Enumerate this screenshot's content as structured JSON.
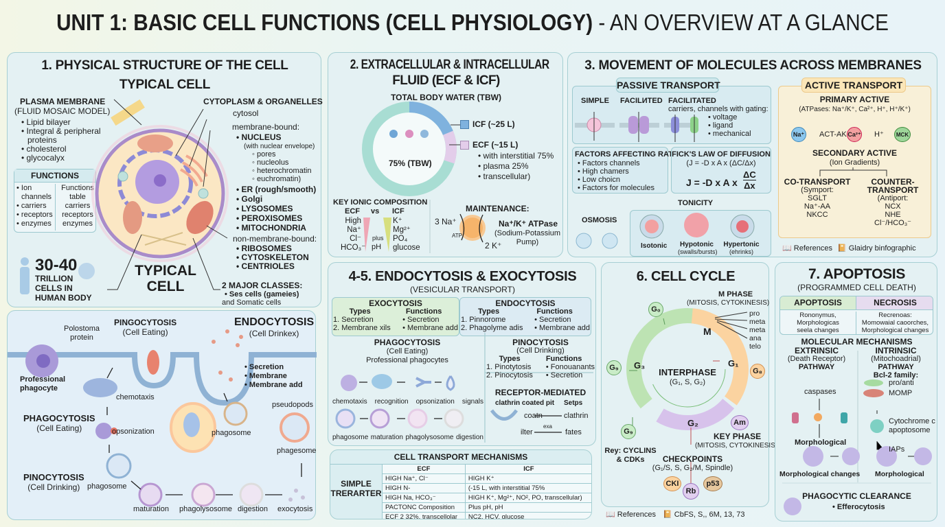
{
  "title": {
    "bold": "UNIT 1: BASIC CELL FUNCTIONS (CELL PHYSIOLOGY)",
    "light": " - AN OVERVIEW AT A GLANCE"
  },
  "s1": {
    "title": "1. PHYSICAL STRUCTURE OF THE CELL",
    "subtitle": "TYPICAL CELL",
    "pm_title": "PLASMA MEMBRANE",
    "pm_sub": "(FLUID MOSAIC MODEL)",
    "pm_items": [
      "• Lipid bilayer",
      "• Integral & peripheral",
      "proteins",
      "• cholesterol",
      "• glycocalyx"
    ],
    "functions": {
      "title": "FUNCTIONS",
      "col1": [
        "• Ion",
        "channels",
        "• carriers",
        "• receptors",
        "• enzymes"
      ],
      "col2": [
        "Functions",
        "table",
        "carriers",
        "receptors",
        "enzymes"
      ]
    },
    "cyto": {
      "title": "CYTOPLASM & ORGANELLES",
      "cytosol": "cytosol",
      "mb": "membrane-bound:",
      "nucleus": "• NUCLEUS",
      "nucleus_sub": "(with nuclear envelope)",
      "nuc_items": [
        "◦ pores",
        "◦ nucleolus",
        "◦ heterochromatin",
        "◦ euchromatin)"
      ],
      "organelles": [
        "• ER (rough/smooth)",
        "• Golgi",
        "• LYSOSOMES",
        "• PEROXISOMES",
        "• MITOCHONDRIA"
      ],
      "nmb": "non-membrane-bound:",
      "nmb_items": [
        "• RIBOSOMES",
        "• CYTOSKELETON",
        "• CENTRIOLES"
      ]
    },
    "classes": {
      "title": "2 MAJOR CLASSES:",
      "l1": "• Ses cells (gameies)",
      "l2": "and Somatic cells"
    },
    "count": {
      "num": "30-40",
      "l1": "TRILLION",
      "l2": "CELLS IN",
      "l3": "HUMAN BODY"
    },
    "cell_label": [
      "TYPICAL",
      "CELL"
    ]
  },
  "s1b": {
    "protein": [
      "Polostoma",
      "protein"
    ],
    "pingo": "PINGOCYTOSIS",
    "pingo_sub": "(Cell Eating)",
    "endo": "ENDOCYTOSIS",
    "endo_sub": "(Cell Drinkex)",
    "bullets": [
      "• Secretion",
      "• Membrane",
      "• Membrane add"
    ],
    "phagocyte": [
      "Professional",
      "phagocyte"
    ],
    "chemotaxis": "chemotaxis",
    "pseudopods": "pseudopods",
    "phago": "PHAGOCYTOSIS",
    "phago_sub": "(Cell Eating)",
    "opsonization": "opsonization",
    "phagosome1": "phagosome",
    "phagesome": "phagesome",
    "pino": "PINOCYTOSIS",
    "pino_sub": "(Cell Drinking)",
    "phagosome2": "phagosome",
    "steps": [
      "maturation",
      "phagolysosome",
      "digestion",
      "exocytosis"
    ]
  },
  "s2": {
    "title": [
      "2. EXTRACELLULAR & INTRACELLULAR",
      "FLUID (ECF & ICF)"
    ],
    "tbw": "TOTAL BODY WATER (TBW)",
    "center": "75% (TBW)",
    "icf": "ICF (~25 L)",
    "ecf": "ECF (~15 L)",
    "ecf_items": [
      "• with interstitial 75%",
      "• plasma 25%",
      "• transcellular)"
    ],
    "donut": {
      "icf": 25,
      "ecf": 15,
      "colors": {
        "icf": "#7fb2de",
        "ecf": "#e3cdea",
        "ring": "#a8ddd3"
      }
    },
    "ionic": {
      "title": "KEY IONIC COMPOSITION",
      "ecf": "ECF",
      "vs": "vs",
      "icf": "ICF",
      "ecf_items": [
        "High",
        "Na⁺",
        "Cl⁻",
        "HCO₃⁻"
      ],
      "plus": "plus",
      "ph": "pH",
      "icf_items": [
        "K⁺",
        "Mg²⁺",
        "PO₄",
        "glucose"
      ]
    },
    "maint": {
      "title": "MAINTENANCE:",
      "na": "3 Na⁺",
      "k": "2 K⁺",
      "atp": "ATP",
      "pump": "Na⁺/K⁺ ATPase",
      "pump_sub": [
        "(Sodium-Potassium",
        "Pump)"
      ]
    }
  },
  "s3": {
    "title": "3. MOVEMENT OF MOLECULES ACROSS MEMBRANES",
    "passive": {
      "label": "PASSIVE TRANSPORT",
      "simple": "SIMPLE",
      "fac1": "FACILИTED",
      "fac2": "FACILITATED",
      "fac2_sub": "carriers, channels with gating:",
      "gating": [
        "• voltage",
        "• ligand",
        "• mechanical"
      ]
    },
    "factors": {
      "title": "FACTORS AFFECTING RATE",
      "items": [
        "• Factors channels",
        "• High chamers",
        "• Low choicn",
        "• Factors for molecules"
      ]
    },
    "fick": {
      "title": "FICK'S LAW OF DIFFUSION",
      "small": "(J = -D x A x (ΔC/Δx)",
      "lhs": "J = -D x A x",
      "num": "ΔC",
      "den": "Δx"
    },
    "tonicity": {
      "title": "TONICITY",
      "osmosis": "OSMOSIS",
      "iso": "Isotonic",
      "hypo": "Hypotonic",
      "hypo_sub": "(swalls/bursts)",
      "hyper": "Hypertonic",
      "hyper_sub": "(ehrinks)"
    },
    "active": {
      "label": "ACTIVE TRANSPORT",
      "primary": "PRIMARY ACTIVE",
      "primary_sub": "(ATPases: Na⁺/K⁺, Ca²⁺, H⁺, H⁺/K⁺)",
      "ions": [
        "Na⁺",
        "ACT-AK",
        "Ca²⁺",
        "H⁺",
        "MCK"
      ],
      "secondary": "SECONDARY ACTIVE",
      "secondary_sub": "(Ion Gradients)",
      "co": "CO-TRANSPORT",
      "co_items": [
        "(Symport:",
        "SGLT",
        "Na⁺-AA",
        "NKCC"
      ],
      "counter": [
        "COUNTER-",
        "TRANSPORT"
      ],
      "counter_items": [
        "(Antiport:",
        "NCX",
        "NHE",
        "Cl⁻/HCO₃⁻"
      ]
    },
    "refs": "References",
    "refs2": "Glaidry binfographic"
  },
  "s4": {
    "title": "4-5. ENDOCYTOSIS & EXOCYTOSIS",
    "subtitle": "(VESICULAR TRANSPORT)",
    "exo": {
      "title": "EXOCYTOSIS",
      "types": "Types",
      "functions": "Functions",
      "t": [
        "1. Secretion",
        "2. Membrane xils"
      ],
      "f": [
        "• Secretion",
        "• Membrane add"
      ]
    },
    "endo": {
      "title": "ENDOCYTOSIS",
      "types": "Types",
      "functions": "Functions",
      "t": [
        "1. Pinnorome",
        "2. Phagolyme adis"
      ],
      "f": [
        "• Secretion",
        "• Membrane add"
      ]
    },
    "phago": {
      "title": "PHAGOCYTOSIS",
      "sub": "(Cell Eating)",
      "sub2": "Professional phagocytes",
      "row1": [
        "chemotaxis",
        "recognition",
        "opsonization",
        "signals"
      ],
      "row2": [
        "phagosome",
        "maturation",
        "phagolysosome",
        "digestion"
      ]
    },
    "pino": {
      "title": "PINOCYTOSIS",
      "sub": "(Cell Drinking)",
      "types": "Types",
      "functions": "Functions",
      "t": [
        "1. Pinotytosis",
        "2. Pinocytosis"
      ],
      "f": [
        "• Fonouanants",
        "• Secretion"
      ]
    },
    "rm": {
      "title": "RECEPTOR-MEDIATED",
      "sub": "clathrin coated pit",
      "steps": "Setps",
      "coatn": "coatn",
      "clathrin": "clathrin",
      "ilter": "ilter",
      "exa": "exa",
      "fates": "fates"
    }
  },
  "table": {
    "title": "CELL TRANSPORT MECHANISMS",
    "row_label": [
      "SIMPLE",
      "TRERARTER"
    ],
    "headers": [
      "ECF",
      "ICF"
    ],
    "rows": [
      [
        "HIGH Na⁺, Cl⁻",
        "HIGH K⁺"
      ],
      [
        "HIGH N-",
        "(-15 L, with interstitial 75%"
      ],
      [
        "HIGH Na, HCO₃⁻",
        "HIGH K⁺, Mg²⁺, NO², PO, transcellular)"
      ],
      [
        "PACTONC Composition",
        "Plus pH, pH"
      ],
      [
        "ECF 2 32%, transcellolar",
        "NC2, HCV, glucose"
      ]
    ]
  },
  "s6": {
    "title": "6. CELL CYCLE",
    "mphase": "M PHASE",
    "mphase_sub": "(MITOSIS, CYTOKINESIS)",
    "stages": [
      "pro",
      "meta",
      "meta",
      "ana",
      "telo"
    ],
    "m": "M",
    "g1": "G₁",
    "g2": "G₂",
    "g3": "G₃",
    "center": "INTERPHASE",
    "center_sub": "(G₁, S, G₂)",
    "g0": "G₀",
    "gg_left": "G₉",
    "g8": "G₈",
    "gg_bottom": "G₉",
    "am": "Am",
    "key": "KEY PHASE",
    "key_sub": "(MITOSIS, CYTOKINESIS)",
    "rey": [
      "Rey: CYCLINS",
      "& CDKs"
    ],
    "check": "CHECKPOINTS",
    "check_sub": "(G₁/S, S, G₂/M, Spindle)",
    "cki": "CKI",
    "rb": "Rb",
    "p53": "p53",
    "refs": "References",
    "refs2": "CbFS, S,, 6M, 13, 73"
  },
  "s7": {
    "title": "7. APOPTOSIS",
    "subtitle": "(PROGRAMMED CELL DEATH)",
    "apo": {
      "title": "APOPTOSIS",
      "text": [
        "Rononymus,",
        "Morphologicas",
        "seela changes"
      ]
    },
    "nec": {
      "title": "NECROSIS",
      "text": [
        "Recrenoas:",
        "Momowaial caoorches,",
        "Morphological changes"
      ]
    },
    "mm": "MOLECULAR MECHANISMS",
    "ext": {
      "title": "EXTRINSIC",
      "sub": "(Death Receptor)",
      "path": "PATHWAY",
      "caspases": "caspases",
      "morph": "Morphological",
      "morph2": "Morphological changes"
    },
    "int": {
      "title": "INTRINSIC",
      "sub": "(Mitochoadrial)",
      "path": "PATHWAY",
      "bcl": "Bcl-2 family:",
      "pro": "pro/anti",
      "momp": "MOMP",
      "cyto": "Cytochrome c",
      "apopt": "apoptosome",
      "iaps": "IAPs",
      "morph": "Morphological"
    },
    "clear": "PHAGOCYTIC CLEARANCE",
    "eff": "• Efferocytosis"
  }
}
